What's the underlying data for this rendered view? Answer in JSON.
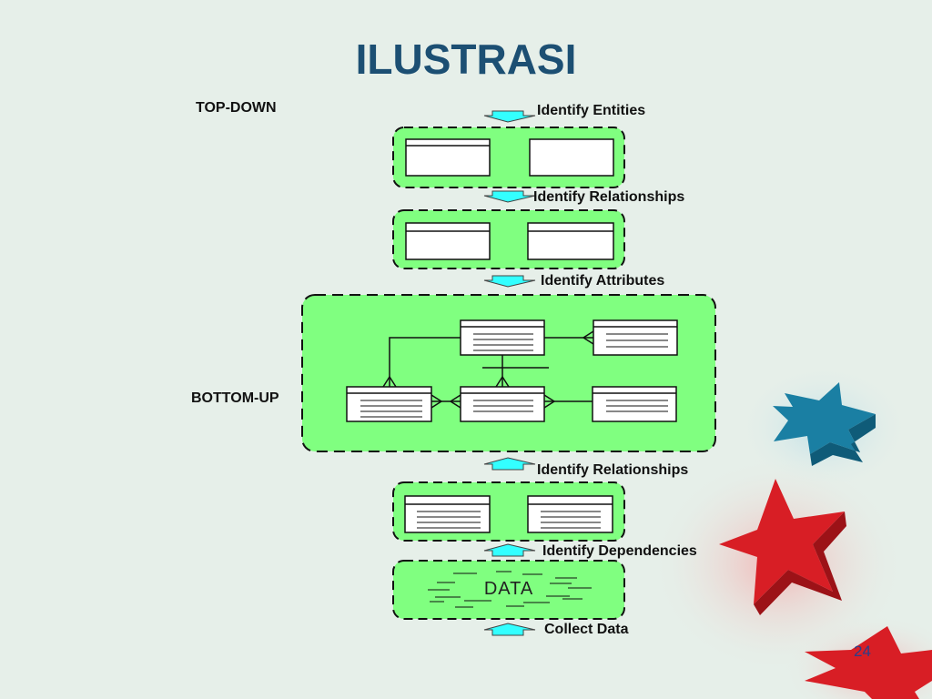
{
  "slide": {
    "title": "ILUSTRASI",
    "page_number": "24"
  },
  "labels": {
    "top_down": "TOP-DOWN",
    "bottom_up": "BOTTOM-UP"
  },
  "steps": {
    "identify_entities": "Identify Entities",
    "identify_relationships_top": "Identify Relationships",
    "identify_attributes": "Identify Attributes",
    "identify_relationships_bottom": "Identify Relationships",
    "identify_dependencies": "Identify Dependencies",
    "collect_data": "Collect Data"
  },
  "data_box": {
    "label": "DATA"
  },
  "colors": {
    "box_fill": "#80ff80",
    "arrow_fill": "#33ffff",
    "title_color": "#1c4f73",
    "background": "#e6efe9",
    "star_blue": "#1a7fa3",
    "star_red": "#d81e25"
  }
}
